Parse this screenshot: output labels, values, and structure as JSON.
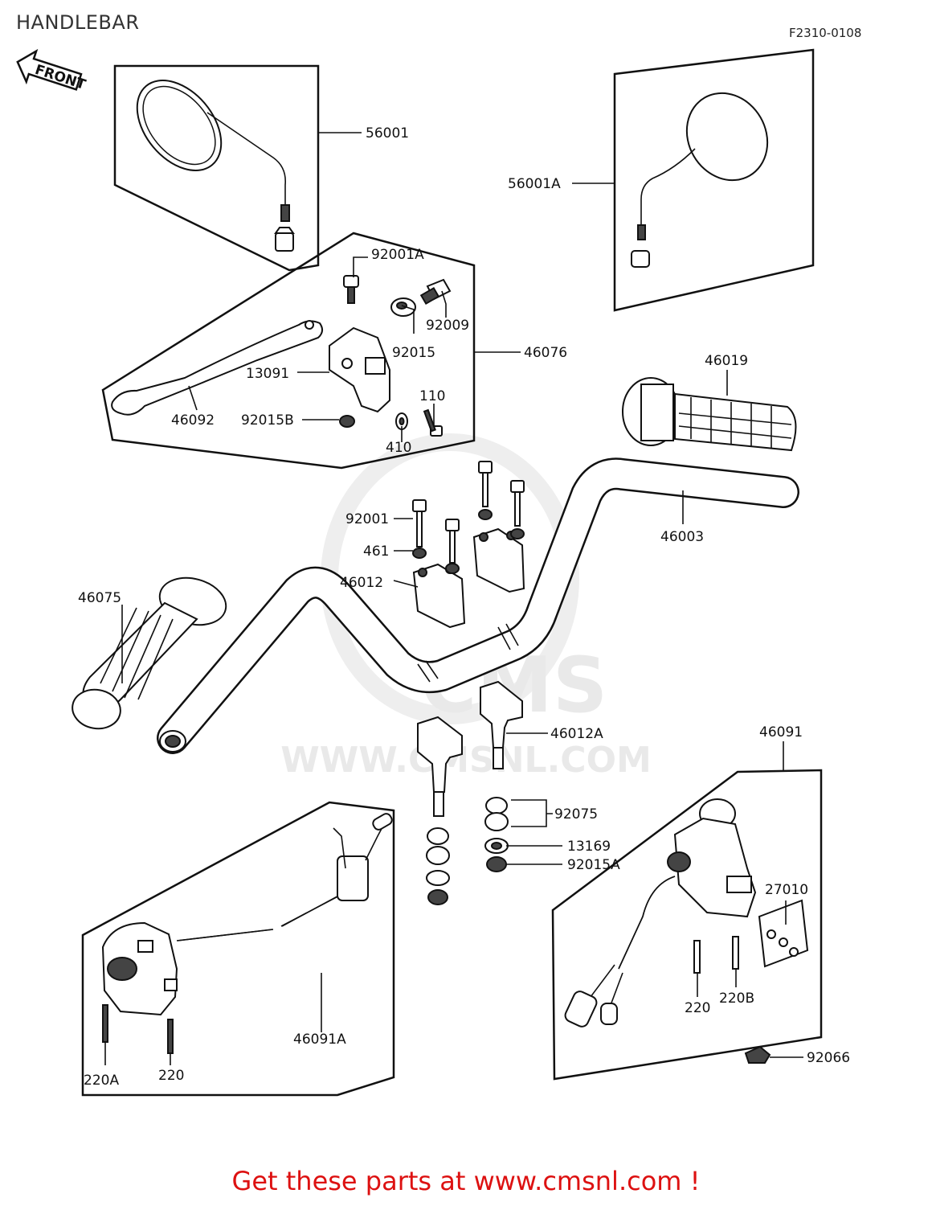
{
  "header": {
    "title": "HANDLEBAR",
    "figure_code": "F2310-0108",
    "front_label": "FRONT"
  },
  "watermark": {
    "text": "WWW.CMSNL.COM",
    "logo_text": "CMS"
  },
  "footer": {
    "text": "Get these parts at www.cmsnl.com !",
    "color": "#dd1111"
  },
  "parts": [
    {
      "number": "56001"
    },
    {
      "number": "56001A"
    },
    {
      "number": "92001A"
    },
    {
      "number": "92009"
    },
    {
      "number": "92015"
    },
    {
      "number": "46076"
    },
    {
      "number": "13091"
    },
    {
      "number": "46092"
    },
    {
      "number": "92015B"
    },
    {
      "number": "110"
    },
    {
      "number": "410"
    },
    {
      "number": "46019"
    },
    {
      "number": "92001"
    },
    {
      "number": "461"
    },
    {
      "number": "46012"
    },
    {
      "number": "46003"
    },
    {
      "number": "46075"
    },
    {
      "number": "46012A"
    },
    {
      "number": "46091"
    },
    {
      "number": "92075"
    },
    {
      "number": "13169"
    },
    {
      "number": "92015A"
    },
    {
      "number": "27010"
    },
    {
      "number": "220"
    },
    {
      "number": "220B"
    },
    {
      "number": "46091A"
    },
    {
      "number": "220A"
    },
    {
      "number": "220"
    },
    {
      "number": "92066"
    }
  ]
}
